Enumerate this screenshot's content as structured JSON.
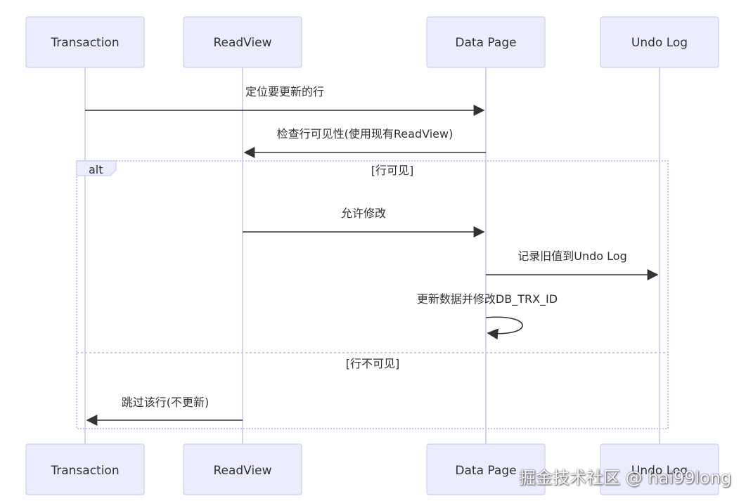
{
  "participants": [
    "Transaction",
    "ReadView",
    "Data Page",
    "Undo Log"
  ],
  "alt_block": {
    "keyword": "alt",
    "branches": [
      "[行可见]",
      "[行不可见]"
    ]
  },
  "messages": [
    {
      "from": "Transaction",
      "to": "Data Page",
      "label": "定位要更新的行"
    },
    {
      "from": "Data Page",
      "to": "ReadView",
      "label": "检查行可见性(使用现有ReadView)"
    },
    {
      "from": "ReadView",
      "to": "Data Page",
      "label": "允许修改"
    },
    {
      "from": "Data Page",
      "to": "Undo Log",
      "label": "记录旧值到Undo Log"
    },
    {
      "from": "Data Page",
      "to": "Data Page",
      "label": "更新数据并修改DB_TRX_ID"
    },
    {
      "from": "ReadView",
      "to": "Transaction",
      "label": "跳过该行(不更新)"
    }
  ],
  "watermark": "掘金技术社区 @ hai99long",
  "colors": {
    "actor_fill": "#ececff",
    "actor_border": "#cfcff5",
    "lifeline": "#d6d2f2",
    "arrow": "#333333",
    "alt_border": "#c9c9f0"
  }
}
